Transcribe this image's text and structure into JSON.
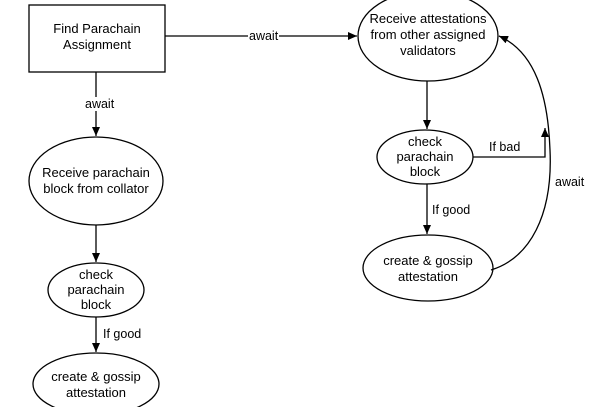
{
  "nodes": {
    "find_assignment": "Find Parachain\nAssignment",
    "receive_block": "Receive parachain\nblock from collator",
    "check_left": "check\nparachain\nblock",
    "gossip_left": "create & gossip\nattestation",
    "receive_attestations": "Receive attestations\nfrom other assigned\nvalidators",
    "check_right": "check\nparachain\nblock",
    "gossip_right": "create & gossip\nattestation"
  },
  "edges": {
    "await_top": "await",
    "await_left": "await",
    "if_good_left": "If good",
    "if_good_right": "If good",
    "if_bad": "If bad",
    "await_loop": "await"
  },
  "colors": {
    "stroke": "#000000",
    "fill": "#ffffff"
  }
}
